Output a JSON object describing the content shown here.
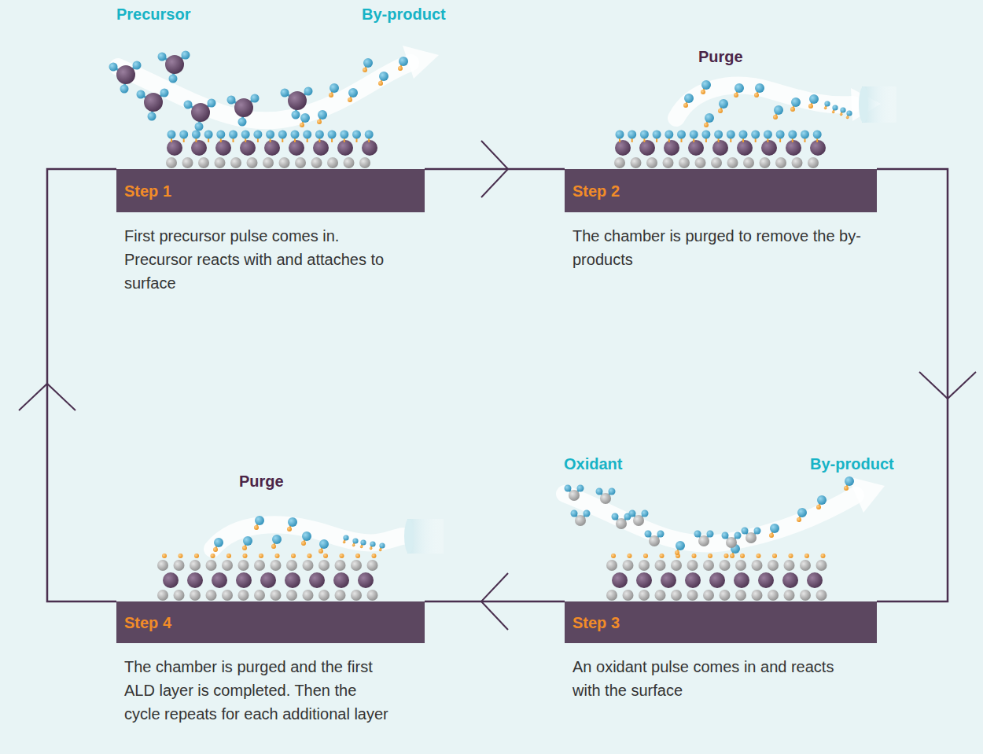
{
  "diagram": {
    "nodes": [
      {
        "text": [
          "Step 1",
          "First precursor pulse comes in. Precursor reacts with and attaches to surface"
        ]
      },
      {
        "text": [
          "Step 2",
          "The chamber is purged to remove the by-products"
        ]
      },
      {
        "text": [
          "Step 3",
          "An oxidant pulse comes in and reacts with the surface"
        ]
      },
      {
        "text": [
          "Step 4",
          "The chamber is purged and the first ALD layer is completed. Then the cycle repeats for each additional layer"
        ]
      }
    ],
    "edges": [
      {
        "from": 0,
        "to": 1,
        "arrow": "to"
      },
      {
        "from": 1,
        "to": 2,
        "arrow": "to"
      },
      {
        "from": 2,
        "to": 3,
        "arrow": "to"
      },
      {
        "from": 3,
        "to": 0,
        "arrow": "to"
      }
    ],
    "labels": [
      "Precursor",
      "By-product",
      "Purge",
      "Oxidant",
      "By-product",
      "Purge"
    ]
  }
}
